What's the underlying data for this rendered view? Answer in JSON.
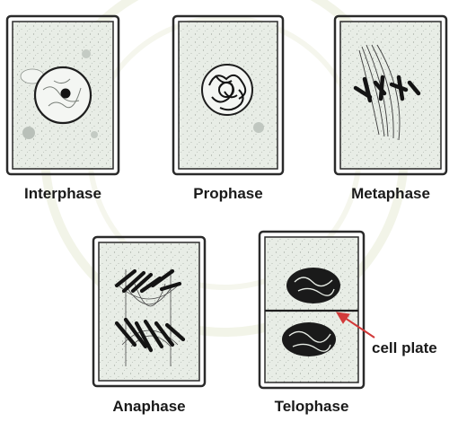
{
  "stages": [
    {
      "id": "interphase",
      "label": "Interphase"
    },
    {
      "id": "prophase",
      "label": "Prophase"
    },
    {
      "id": "metaphase",
      "label": "Metaphase"
    },
    {
      "id": "anaphase",
      "label": "Anaphase"
    },
    {
      "id": "telophase",
      "label": "Telophase"
    }
  ],
  "annotation": {
    "label": "cell plate"
  },
  "colors": {
    "cell_fill": "#eaefe8",
    "outline": "#2a2a2a",
    "chromosome": "#141414",
    "arrow": "#d23a3a",
    "watermark": "#e9ecd7"
  }
}
